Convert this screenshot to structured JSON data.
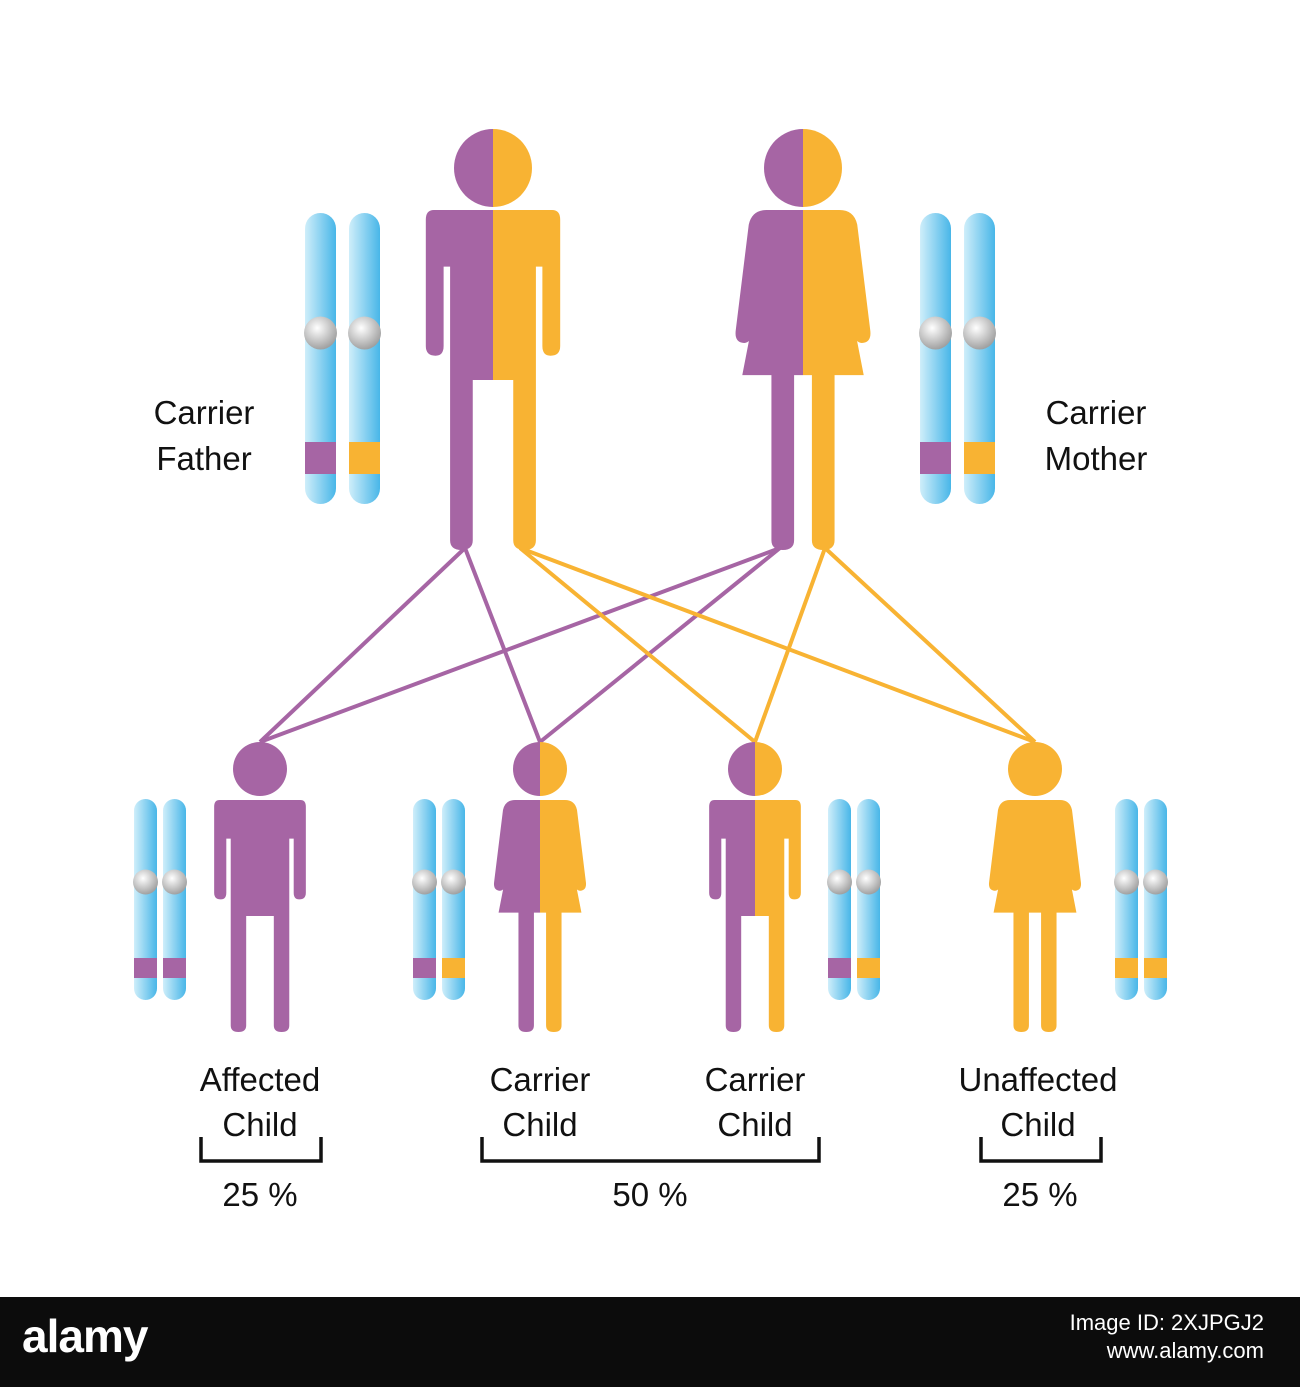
{
  "colors": {
    "affected": "#a665a4",
    "normal": "#f8b333",
    "chromosome_light": "#cfeefa",
    "chromosome_dark": "#48b6e8",
    "centromere": "#c8c8c8",
    "bracket": "#111111",
    "footer_bg": "#0c0c0c"
  },
  "parents": {
    "father": {
      "label_line1": "Carrier",
      "label_line2": "Father",
      "bands": [
        "affected",
        "normal"
      ]
    },
    "mother": {
      "label_line1": "Carrier",
      "label_line2": "Mother",
      "bands": [
        "affected",
        "normal"
      ]
    }
  },
  "children": [
    {
      "label_line1": "Affected",
      "label_line2": "Child",
      "sex": "male",
      "genotype": "affected-affected"
    },
    {
      "label_line1": "Carrier",
      "label_line2": "Child",
      "sex": "female",
      "genotype": "carrier"
    },
    {
      "label_line1": "Carrier",
      "label_line2": "Child",
      "sex": "male",
      "genotype": "carrier"
    },
    {
      "label_line1": "Unaffected",
      "label_line2": "Child",
      "sex": "female",
      "genotype": "normal-normal"
    }
  ],
  "percentages": {
    "affected": "25 %",
    "carrier": "50 %",
    "unaffected": "25 %"
  },
  "watermark": {
    "logo": "alamy",
    "line1": "Image ID: 2XJPGJ2",
    "line2": "www.alamy.com"
  }
}
